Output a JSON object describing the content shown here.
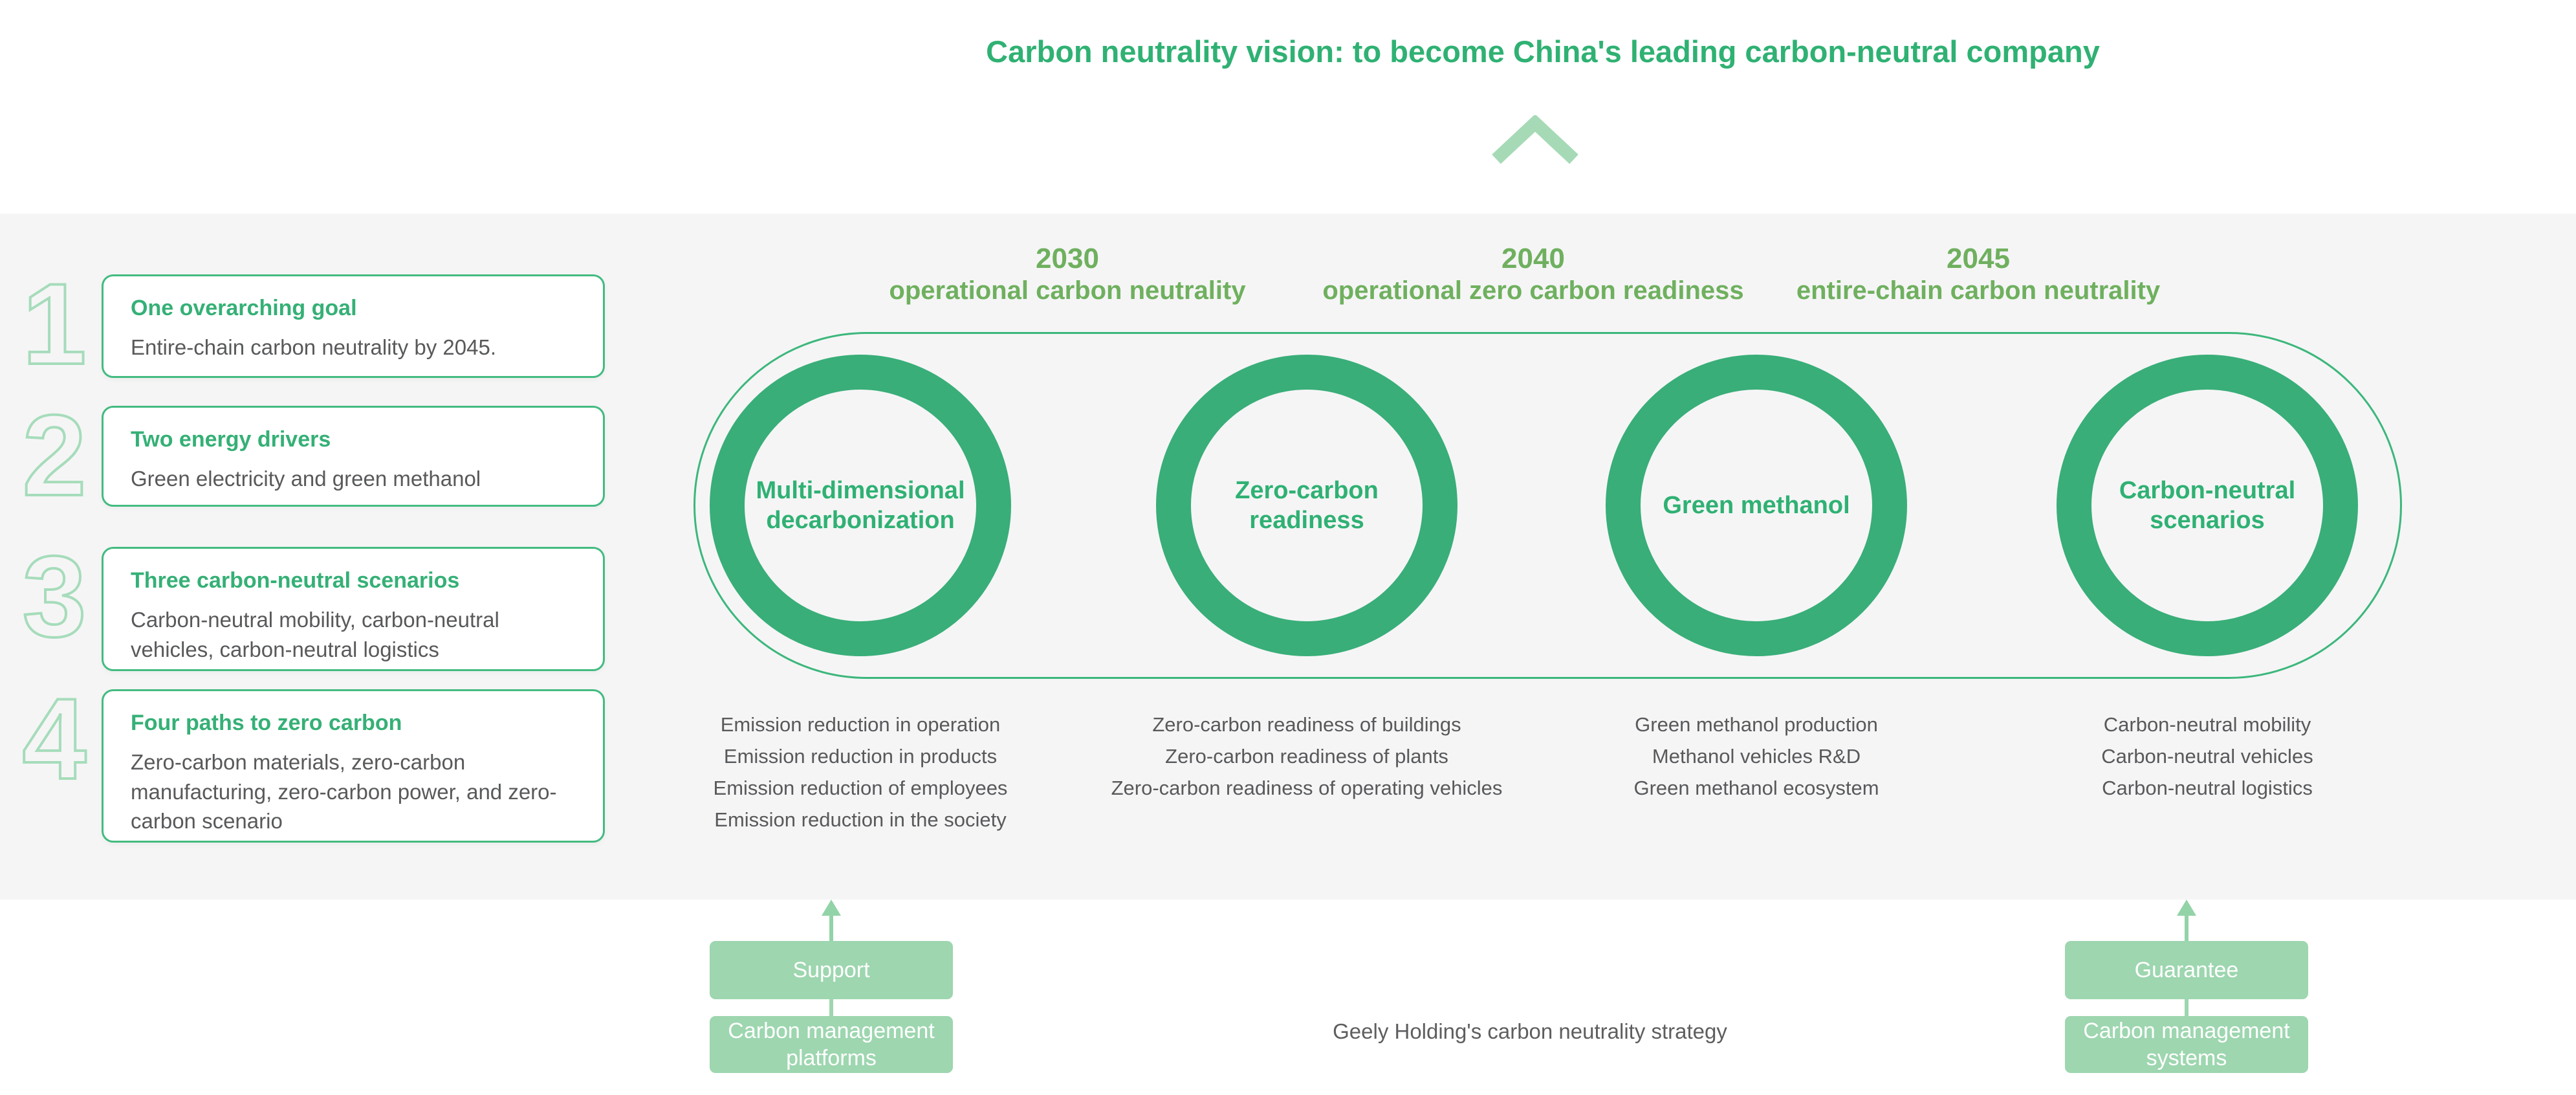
{
  "page": {
    "background": "#ffffff",
    "band_background": "#f5f5f6"
  },
  "colors": {
    "accent_green": "#2fb173",
    "ring_green": "#39ae78",
    "card_border_green": "#43bb80",
    "milestone_green": "#6fb05e",
    "light_green_box": "#9dd6af",
    "pale_outline_green": "#a6dcba",
    "chevron_green": "#a6dab6",
    "body_text_gray": "#58595b",
    "caption_gray": "#5e5e60"
  },
  "header": {
    "title": "Carbon neutrality vision: to become China's leading carbon-neutral company"
  },
  "goals": [
    {
      "number": "1",
      "title": "One overarching goal",
      "body": "Entire-chain carbon neutrality by 2045."
    },
    {
      "number": "2",
      "title": "Two energy drivers",
      "body": "Green electricity and green methanol"
    },
    {
      "number": "3",
      "title": "Three carbon-neutral scenarios",
      "body": "Carbon-neutral mobility, carbon-neutral vehicles, carbon-neutral logistics"
    },
    {
      "number": "4",
      "title": "Four paths to zero carbon",
      "body": "Zero-carbon materials, zero-carbon manufacturing, zero-carbon power, and zero-carbon scenario"
    }
  ],
  "timeline": [
    {
      "year": "2030",
      "label": "operational carbon neutrality"
    },
    {
      "year": "2040",
      "label": "operational zero carbon readiness"
    },
    {
      "year": "2045",
      "label": "entire-chain carbon neutrality"
    }
  ],
  "pillars": [
    {
      "title": "Multi-dimensional decarbonization",
      "items": [
        "Emission reduction in operation",
        "Emission reduction in products",
        "Emission reduction of employees",
        "Emission reduction in the society"
      ]
    },
    {
      "title": "Zero-carbon readiness",
      "items": [
        "Zero-carbon readiness of buildings",
        "Zero-carbon readiness of plants",
        "Zero-carbon readiness of operating vehicles"
      ]
    },
    {
      "title": "Green methanol",
      "items": [
        "Green methanol production",
        "Methanol vehicles R&D",
        "Green methanol ecosystem"
      ]
    },
    {
      "title": "Carbon-neutral scenarios",
      "items": [
        "Carbon-neutral mobility",
        "Carbon-neutral vehicles",
        "Carbon-neutral logistics"
      ]
    }
  ],
  "support_flow": {
    "label": "Support",
    "base": "Carbon management platforms"
  },
  "guarantee_flow": {
    "label": "Guarantee",
    "base": "Carbon management systems"
  },
  "caption": "Geely Holding's carbon neutrality strategy"
}
